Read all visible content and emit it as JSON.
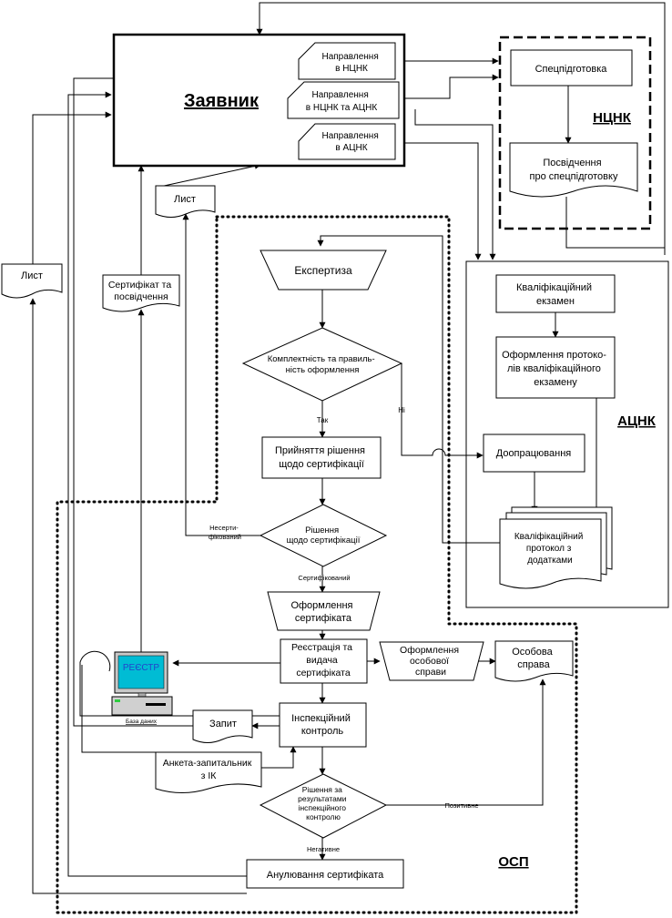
{
  "applicant": {
    "title": "Заявник"
  },
  "referrals": {
    "to_ncnk": [
      "Направлення",
      "в НЦНК"
    ],
    "to_ncnk_acnk": [
      "Направлення",
      "в НЦНК та АЦНК"
    ],
    "to_acnk": [
      "Направлення",
      "в АЦНК"
    ]
  },
  "ncnk": {
    "name": "НЦНК",
    "training": "Спецпідготовка",
    "certificate_doc": [
      "Посвідчення",
      "про спецпідготовку"
    ]
  },
  "acnk": {
    "name": "АЦНК",
    "exam": [
      "Кваліфікаційний",
      "екзамен"
    ],
    "exam_protocol_form": [
      "Оформлення протоко-",
      "лів кваліфікаційного",
      "екзамену"
    ],
    "rework": "Доопрацювання",
    "protocol_docs": [
      "Кваліфікаційний",
      "протокол з",
      "додатками"
    ]
  },
  "osp": {
    "name": "ОСП",
    "expertise": "Експертиза",
    "completeness_check": [
      "Комплектність та правиль-",
      "ність оформлення"
    ],
    "label_yes": "Так",
    "label_no": "Ні",
    "decision_making": [
      "Прийняття рішення",
      "щодо сертифікації"
    ],
    "decision": [
      "Рішення",
      "щодо сертифікації"
    ],
    "label_not_certified": [
      "Несерти-",
      "фікований"
    ],
    "label_certified": "Сертифікований",
    "cert_formalization": [
      "Оформлення",
      "сертифіката"
    ],
    "registration": [
      "Реєстрація та",
      "видача",
      "сертифіката"
    ],
    "case_formalization": [
      "Оформлення",
      "особової",
      "справи"
    ],
    "personal_case": [
      "Особова",
      "справа"
    ],
    "inspection": [
      "Інспекційний",
      "контроль"
    ],
    "inspection_decision": [
      "Рішення за",
      "результатами",
      "інспекційного",
      "контролю"
    ],
    "label_positive": "Позитивне",
    "label_negative": "Негативне",
    "cancellation": "Анулювання сертифіката"
  },
  "registry": {
    "screen_label": "РЕЄСТР",
    "caption": "База даних"
  },
  "documents": {
    "letter_left": "Лист",
    "letter_top": "Лист",
    "certificate_and_id": [
      "Сертифікат та",
      "посвідчення"
    ],
    "request": "Запит",
    "questionnaire": [
      "Анкета-запитальник",
      "з ІК"
    ]
  }
}
